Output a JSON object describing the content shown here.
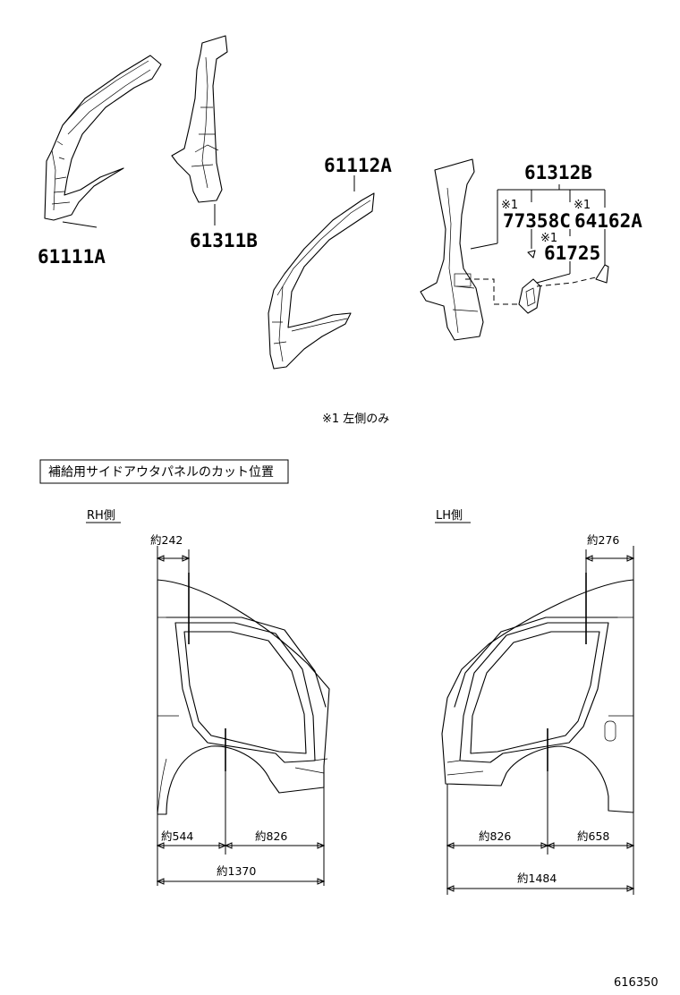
{
  "parts": {
    "p61111A": "61111A",
    "p61311B": "61311B",
    "p61112A": "61112A",
    "p61312B": "61312B",
    "p77358C": "77358C",
    "p64162A": "64162A",
    "p61725": "61725"
  },
  "marks": {
    "m77358C": "※1",
    "m64162A": "※1",
    "m61725": "※1"
  },
  "note": "※1 左側のみ",
  "cut_box_title": "補給用サイドアウタパネルのカット位置",
  "rh": {
    "side_label": "RH側",
    "top_dim": "約242",
    "lower_left_dim": "約544",
    "lower_right_dim": "約826",
    "total_dim": "約1370"
  },
  "lh": {
    "side_label": "LH側",
    "top_dim": "約276",
    "lower_left_dim": "約826",
    "lower_right_dim": "約658",
    "total_dim": "約1484"
  },
  "figure_number": "616350"
}
